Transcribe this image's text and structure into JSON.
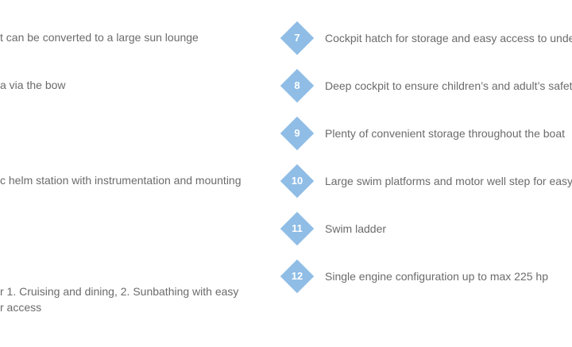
{
  "left_features": [
    {
      "text": "t can be converted to a large sun lounge"
    },
    {
      "text": "a via the bow"
    },
    {
      "text": "c helm station with instrumentation and mounting"
    },
    {
      "text": "r 1. Cruising and dining, 2. Sunbathing with easy"
    },
    {
      "text": "r access"
    }
  ],
  "right_features": [
    {
      "number": "7",
      "text": "Cockpit hatch for storage and easy access to underdeck"
    },
    {
      "number": "8",
      "text": "Deep cockpit to ensure children’s and adult’s safety wh"
    },
    {
      "number": "9",
      "text": "Plenty of convenient storage throughout the boat"
    },
    {
      "number": "10",
      "text": "Large swim platforms and motor well step for easy acce"
    },
    {
      "number": "11",
      "text": "Swim ladder"
    },
    {
      "number": "12",
      "text": "Single engine configuration up to max 225 hp"
    }
  ],
  "colors": {
    "diamond": "#8fbde6",
    "text": "#6b6b6b",
    "background": "#ffffff"
  }
}
